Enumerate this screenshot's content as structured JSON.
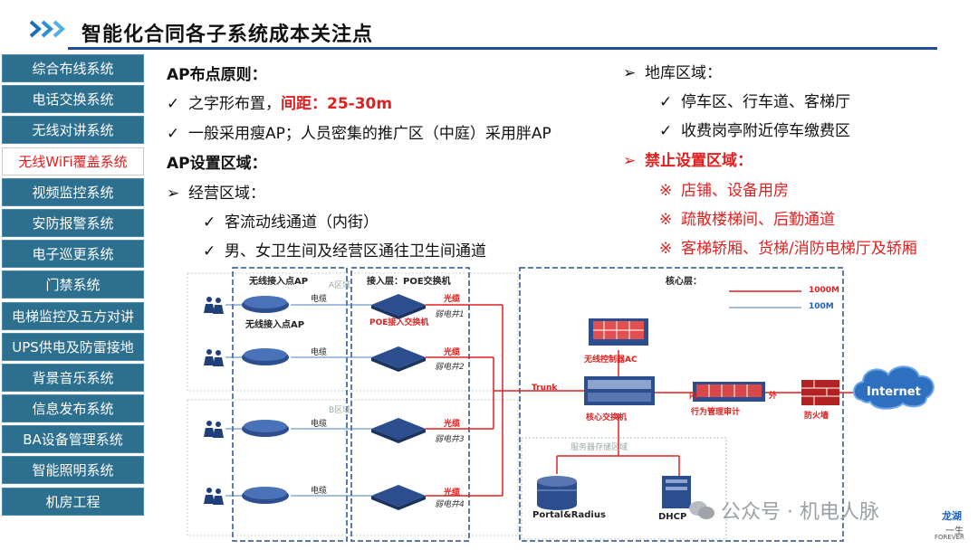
{
  "header": {
    "title": "智能化合同各子系统成本关注点"
  },
  "sidebar": {
    "items": [
      {
        "label": "综合布线系统",
        "active": false
      },
      {
        "label": "电话交换系统",
        "active": false
      },
      {
        "label": "无线对讲系统",
        "active": false
      },
      {
        "label": "无线WiFi覆盖系统",
        "active": true
      },
      {
        "label": "视频监控系统",
        "active": false
      },
      {
        "label": "安防报警系统",
        "active": false
      },
      {
        "label": "电子巡更系统",
        "active": false
      },
      {
        "label": "门禁系统",
        "active": false
      },
      {
        "label": "电梯监控及五方对讲",
        "active": false
      },
      {
        "label": "UPS供电及防雷接地",
        "active": false
      },
      {
        "label": "背景音乐系统",
        "active": false
      },
      {
        "label": "信息发布系统",
        "active": false
      },
      {
        "label": "BA设备管理系统",
        "active": false
      },
      {
        "label": "智能照明系统",
        "active": false
      },
      {
        "label": "机房工程",
        "active": false
      }
    ]
  },
  "left": {
    "heading1": "AP布点原则：",
    "p1_a": "之字形布置，",
    "p1_b": "间距：25-30m",
    "p2": "一般采用瘦AP；人员密集的推广区（中庭）采用胖AP",
    "heading2": "AP设置区域：",
    "area1": "经营区域：",
    "area1_i1": "客流动线通道（内街）",
    "area1_i2": "男、女卫生间及经营区通往卫生间通道"
  },
  "right": {
    "area2": "地库区域：",
    "area2_i1": "停车区、行车道、客梯厅",
    "area2_i2": "收费岗亭附近停车缴费区",
    "forbid": "禁止设置区域：",
    "forbid_i1": "店铺、设备用房",
    "forbid_i2": "疏散楼梯间、后勤通道",
    "forbid_i3": "客梯轿厢、货梯/消防电梯厅及轿厢"
  },
  "marks": {
    "check": "✓",
    "arrow": "➢",
    "ref": "※"
  },
  "diagram": {
    "ap_box_title": "无线接入点AP",
    "ap_label": "无线接入点AP",
    "access_title": "接入层：POE交换机",
    "poe_label": "POE接入交换机",
    "cable": "电缆",
    "fiber": "光缆",
    "wells": [
      "弱电井1",
      "弱电井2",
      "弱电井3",
      "弱电井4"
    ],
    "zone_a": "A区域",
    "zone_b": "B区域",
    "core_title": "核心层：",
    "legend_1000": "1000M",
    "legend_100": "100M",
    "ac_label": "无线控制器AC",
    "trunk": "Trunk",
    "core_switch": "核心交换机",
    "behavior": "行为管理审计",
    "in_label": "内",
    "out_label": "外",
    "firewall": "防火墙",
    "internet": "Internet",
    "storage": "服务器存储区域",
    "portal": "Portal&Radius",
    "dhcp": "DHCP"
  },
  "watermark": {
    "text": "公众号 · 机电人脉",
    "corner1": "龙湖",
    "corner2": "一生",
    "corner3": "FOREVER"
  },
  "colors": {
    "sidebar_bg": "#2d6f8f",
    "accent_red": "#e02020",
    "rule_blue": "#1f4e96",
    "link_blue": "#1f5fbf"
  }
}
